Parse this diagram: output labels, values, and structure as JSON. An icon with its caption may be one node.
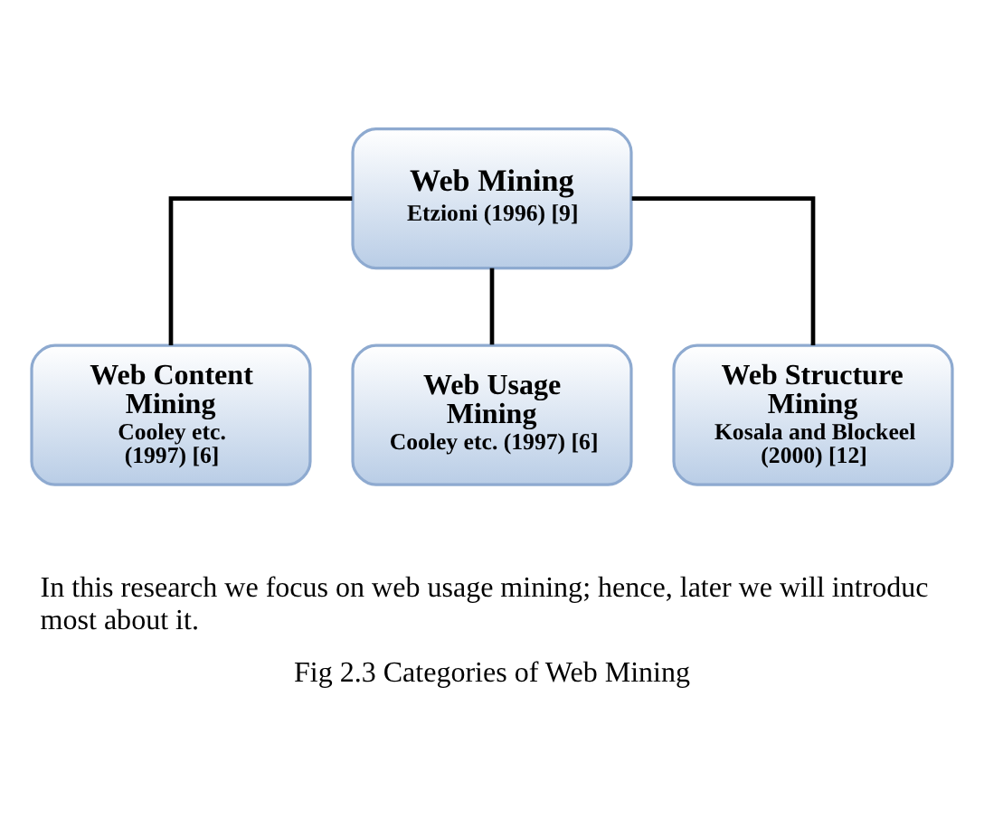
{
  "diagram": {
    "caption": "Fig 2.3 Categories of Web Mining",
    "nodes": [
      {
        "text": [
          "Web Mining",
          "Etzioni (1996) [9]"
        ]
      },
      {
        "text": [
          "Web Content Mining",
          "Cooley etc. (1997) [6]"
        ]
      },
      {
        "text": [
          "Web Usage Mining",
          "Cooley etc. (1997) [6]"
        ]
      },
      {
        "text": [
          "Web Structure Mining",
          "Kosala and Blockeel (2000) [12]"
        ]
      }
    ],
    "edges": [
      {
        "from": 0,
        "to": 1,
        "arrow": "none"
      },
      {
        "from": 0,
        "to": 2,
        "arrow": "none"
      },
      {
        "from": 0,
        "to": 3,
        "arrow": "none"
      }
    ],
    "labels": [
      "In this research we focus on web usage mining; hence, later we will introduc most about it."
    ]
  }
}
